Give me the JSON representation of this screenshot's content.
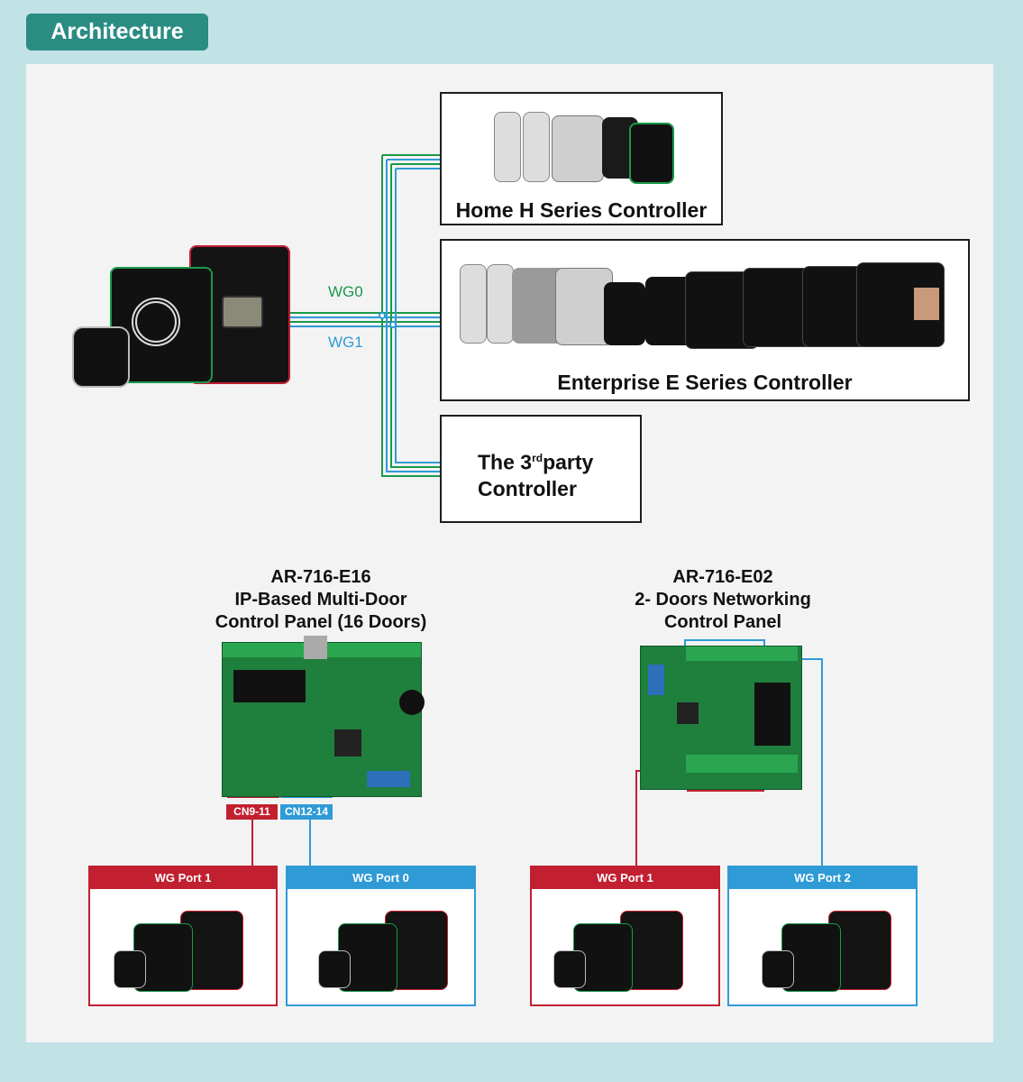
{
  "header": {
    "title": "Architecture"
  },
  "wires": {
    "wg0": "WG0",
    "wg1": "WG1"
  },
  "controllers": {
    "home": "Home H Series Controller",
    "enterprise": "Enterprise  E Series Controller",
    "third_party": {
      "pre": "The 3",
      "sup": "rd",
      "post": "party",
      "line2": "Controller"
    }
  },
  "panel_e16": {
    "line1": "AR-716-E16",
    "line2": "IP-Based Multi-Door",
    "line3": "Control Panel (16 Doors)",
    "cn_red": "CN9-11",
    "cn_blue": "CN12-14"
  },
  "panel_e02": {
    "line1": "AR-716-E02",
    "line2": "2- Doors Networking",
    "line3": "Control Panel"
  },
  "ports": {
    "e16_p1": "WG Port 1",
    "e16_p0": "WG Port 0",
    "e02_p1": "WG Port 1",
    "e02_p2": "WG Port 2"
  },
  "colors": {
    "green": "#1a9a4a",
    "blue": "#2f9bd6",
    "red": "#c21f30",
    "teal": "#2a8c82"
  },
  "icons": {
    "reader": "card-reader-icon",
    "pcb": "control-panel-board-icon"
  }
}
